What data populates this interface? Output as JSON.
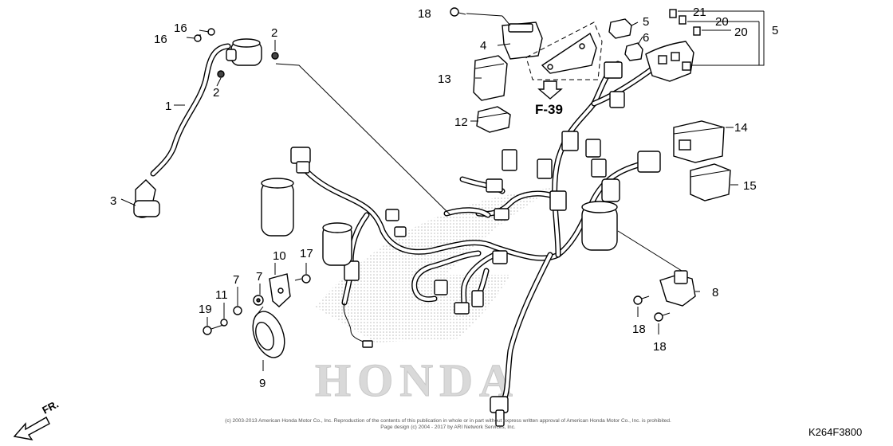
{
  "callouts": {
    "c1": "1",
    "c2a": "2",
    "c2b": "2",
    "c3": "3",
    "c4": "4",
    "c5a": "5",
    "c5b": "5",
    "c6": "6",
    "c7a": "7",
    "c7b": "7",
    "c8": "8",
    "c9": "9",
    "c10": "10",
    "c11": "11",
    "c12": "12",
    "c13": "13",
    "c14": "14",
    "c15": "15",
    "c16a": "16",
    "c16b": "16",
    "c17": "17",
    "c18a": "18",
    "c18b": "18",
    "c18c": "18",
    "c19": "19",
    "c20a": "20",
    "c20b": "20",
    "c21": "21"
  },
  "reference_label": "F-39",
  "diagram_code": "K264F3800",
  "direction_label": "FR.",
  "watermark": "HONDA",
  "copyright_line1": "(c) 2003-2013 American Honda Motor Co., Inc. Reproduction of the contents of this publication in whole or in part without express written approval of American Honda Motor Co., Inc. is prohibited.",
  "copyright_line2": "Page design (c) 2004 - 2017 by ARI Network Services, Inc.",
  "colors": {
    "ink": "#000000",
    "watermark": "#d8d8d8",
    "dots": "#bdbdbd"
  }
}
